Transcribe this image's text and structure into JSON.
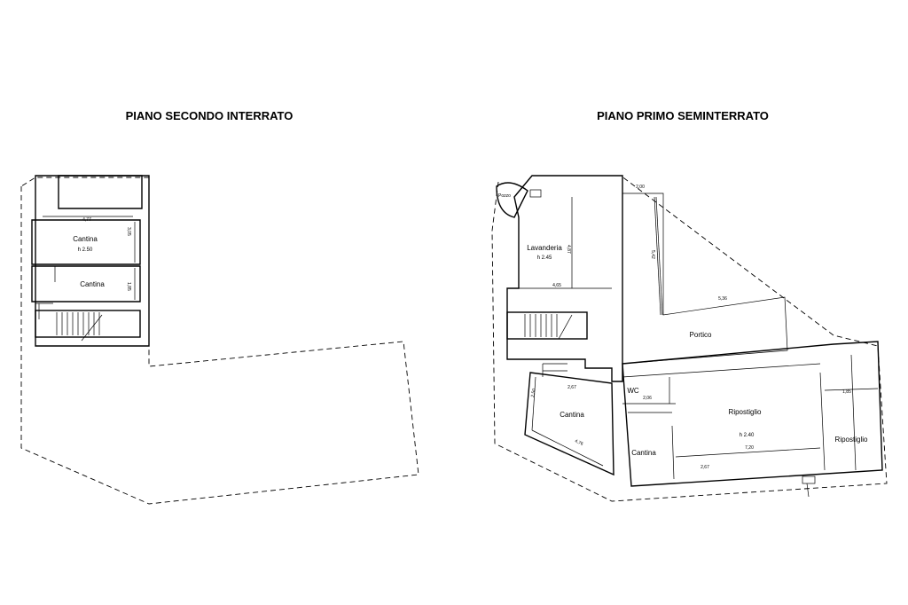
{
  "titles": {
    "left": "PIANO SECONDO  INTERRATO",
    "right": "PIANO PRIMO SEMINTERRATO"
  },
  "left_floor": {
    "rooms": [
      {
        "name": "Cantina",
        "height": "h 2.50"
      },
      {
        "name": "Cantina"
      }
    ],
    "dimensions": [
      "4,77",
      "3,05",
      "1,85"
    ]
  },
  "right_floor": {
    "rooms": {
      "pozzo": "Pozzo",
      "lavanderia": "Lavanderia",
      "lavanderia_h": "h 2.45",
      "portico": "Portico",
      "wc": "WC",
      "cantina_left": "Cantina",
      "cantina_mid": "Cantina",
      "ripostiglio_main": "Ripostiglio",
      "ripostiglio_h": "h 2.40",
      "ripostiglio_right": "Ripostiglio"
    },
    "dimensions": {
      "d200": "2,00",
      "d542": "5,42",
      "d487": "4,87",
      "d465": "4,65",
      "d536": "5,36",
      "d267a": "2,67",
      "d250": "2,50",
      "d476": "4,76",
      "d206": "2,06",
      "d720": "7,20",
      "d267b": "2,67",
      "d185": "1,85"
    }
  }
}
